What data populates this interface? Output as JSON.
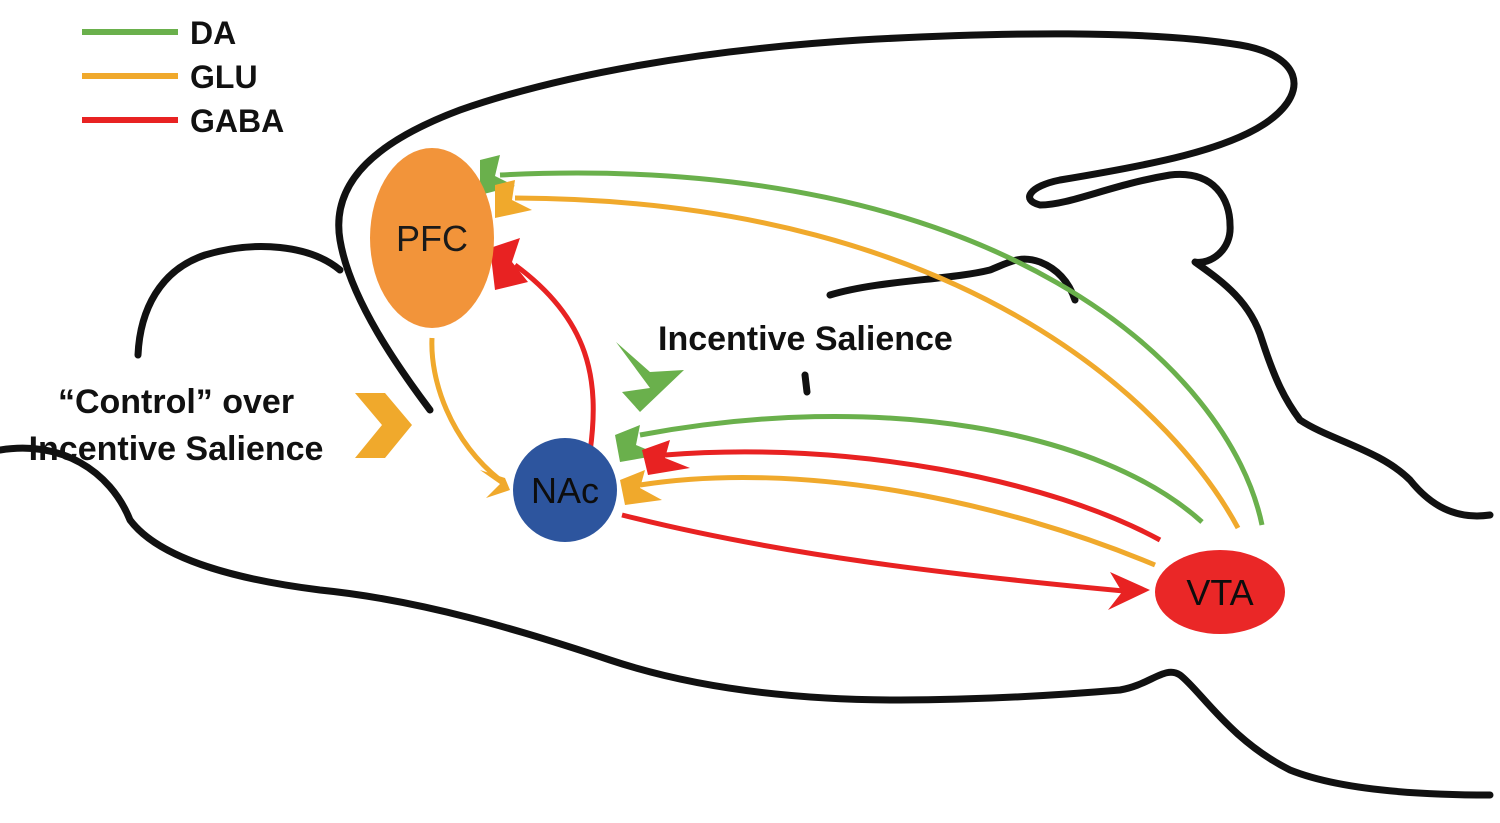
{
  "colors": {
    "da": "#6ab04c",
    "glu": "#f0a92c",
    "gaba": "#e82222",
    "pfc": "#f2943a",
    "nac": "#2d559e",
    "vta": "#ea2727",
    "outline": "#111111"
  },
  "legend": {
    "items": [
      {
        "label": "DA",
        "color_key": "da"
      },
      {
        "label": "GLU",
        "color_key": "glu"
      },
      {
        "label": "GABA",
        "color_key": "gaba"
      }
    ]
  },
  "nodes": {
    "pfc": {
      "label": "PFC"
    },
    "nac": {
      "label": "NAc"
    },
    "vta": {
      "label": "VTA"
    }
  },
  "annotations": {
    "incentive_salience": "Incentive Salience",
    "control_line1": "“Control” over",
    "control_line2": "Incentive Salience"
  },
  "connections": [
    {
      "from": "VTA",
      "to": "PFC",
      "type": "DA"
    },
    {
      "from": "VTA",
      "to": "PFC",
      "type": "GLU"
    },
    {
      "from": "NAc",
      "to": "PFC",
      "type": "GABA"
    },
    {
      "from": "PFC",
      "to": "NAc",
      "type": "GLU"
    },
    {
      "from": "VTA",
      "to": "NAc",
      "type": "DA"
    },
    {
      "from": "VTA",
      "to": "NAc",
      "type": "GABA"
    },
    {
      "from": "VTA",
      "to": "NAc",
      "type": "GLU"
    },
    {
      "from": "NAc",
      "to": "VTA",
      "type": "GABA"
    }
  ]
}
